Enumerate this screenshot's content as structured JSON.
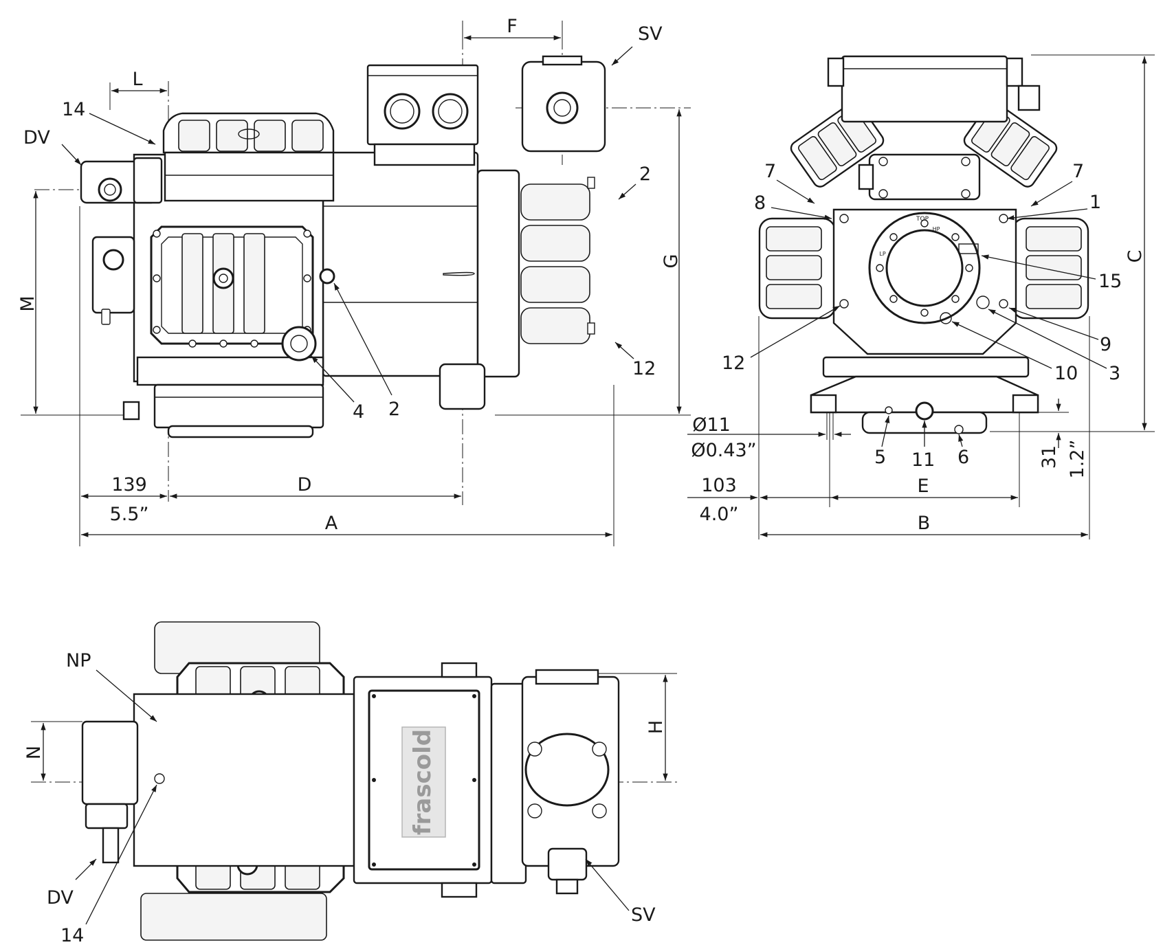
{
  "side_view": {
    "callouts": {
      "sv": "SV",
      "dv": "DV",
      "n14": "14",
      "n2_top": "2",
      "n2_bottom": "2",
      "n4": "4",
      "n12": "12"
    },
    "dimensions": {
      "f": "F",
      "l": "L",
      "m": "M",
      "g": "G",
      "d": "D",
      "a": "A",
      "offset_mm": "139",
      "offset_in": "5.5”"
    }
  },
  "front_view": {
    "callouts": {
      "n7_left": "7",
      "n7_right": "7",
      "n8": "8",
      "n1": "1",
      "n15": "15",
      "n9": "9",
      "n3": "3",
      "n10": "10",
      "n12": "12",
      "n5": "5",
      "n11": "11",
      "n6": "6"
    },
    "plate_marks": {
      "top": "TOP",
      "hp": "HP",
      "lp": "LP"
    },
    "dimensions": {
      "c": "C",
      "b": "B",
      "e": "E",
      "hole_mm": "Ø11",
      "hole_in": "Ø0.43”",
      "offset_mm": "103",
      "offset_in": "4.0”",
      "foot_mm": "31",
      "foot_in": "1.2”"
    }
  },
  "top_view": {
    "callouts": {
      "np": "NP",
      "dv": "DV",
      "n14": "14",
      "sv": "SV"
    },
    "dimensions": {
      "h": "H",
      "n": "N"
    },
    "brand": "frascold"
  }
}
